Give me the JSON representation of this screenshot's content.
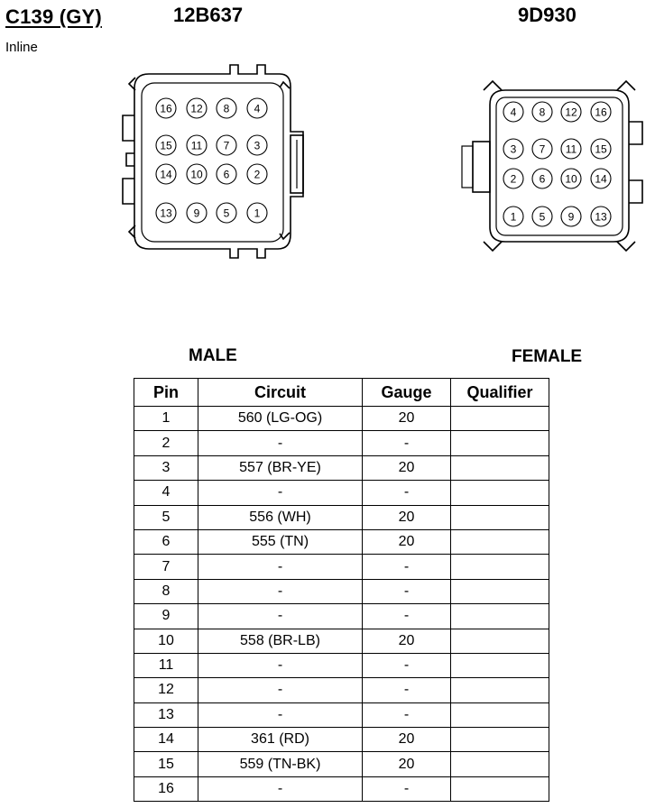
{
  "header": {
    "connector_id": "C139 (GY)",
    "location": "Inline",
    "male_part_number": "12B637",
    "female_part_number": "9D930",
    "male_label": "MALE",
    "female_label": "FEMALE"
  },
  "male_connector": {
    "pin_rows": [
      [
        "16",
        "12",
        "8",
        "4"
      ],
      [
        "15",
        "11",
        "7",
        "3"
      ],
      [
        "14",
        "10",
        "6",
        "2"
      ],
      [
        "13",
        "9",
        "5",
        "1"
      ]
    ]
  },
  "female_connector": {
    "pin_rows": [
      [
        "4",
        "8",
        "12",
        "16"
      ],
      [
        "3",
        "7",
        "11",
        "15"
      ],
      [
        "2",
        "6",
        "10",
        "14"
      ],
      [
        "1",
        "5",
        "9",
        "13"
      ]
    ]
  },
  "table": {
    "headers": {
      "pin": "Pin",
      "circuit": "Circuit",
      "gauge": "Gauge",
      "qualifier": "Qualifier"
    },
    "rows": [
      {
        "pin": "1",
        "circuit": "560 (LG-OG)",
        "gauge": "20",
        "qualifier": ""
      },
      {
        "pin": "2",
        "circuit": "-",
        "gauge": "-",
        "qualifier": ""
      },
      {
        "pin": "3",
        "circuit": "557 (BR-YE)",
        "gauge": "20",
        "qualifier": ""
      },
      {
        "pin": "4",
        "circuit": "-",
        "gauge": "-",
        "qualifier": ""
      },
      {
        "pin": "5",
        "circuit": "556 (WH)",
        "gauge": "20",
        "qualifier": ""
      },
      {
        "pin": "6",
        "circuit": "555 (TN)",
        "gauge": "20",
        "qualifier": ""
      },
      {
        "pin": "7",
        "circuit": "-",
        "gauge": "-",
        "qualifier": ""
      },
      {
        "pin": "8",
        "circuit": "-",
        "gauge": "-",
        "qualifier": ""
      },
      {
        "pin": "9",
        "circuit": "-",
        "gauge": "-",
        "qualifier": ""
      },
      {
        "pin": "10",
        "circuit": "558 (BR-LB)",
        "gauge": "20",
        "qualifier": ""
      },
      {
        "pin": "11",
        "circuit": "-",
        "gauge": "-",
        "qualifier": ""
      },
      {
        "pin": "12",
        "circuit": "-",
        "gauge": "-",
        "qualifier": ""
      },
      {
        "pin": "13",
        "circuit": "-",
        "gauge": "-",
        "qualifier": ""
      },
      {
        "pin": "14",
        "circuit": "361 (RD)",
        "gauge": "20",
        "qualifier": ""
      },
      {
        "pin": "15",
        "circuit": "559 (TN-BK)",
        "gauge": "20",
        "qualifier": ""
      },
      {
        "pin": "16",
        "circuit": "-",
        "gauge": "-",
        "qualifier": ""
      }
    ]
  }
}
